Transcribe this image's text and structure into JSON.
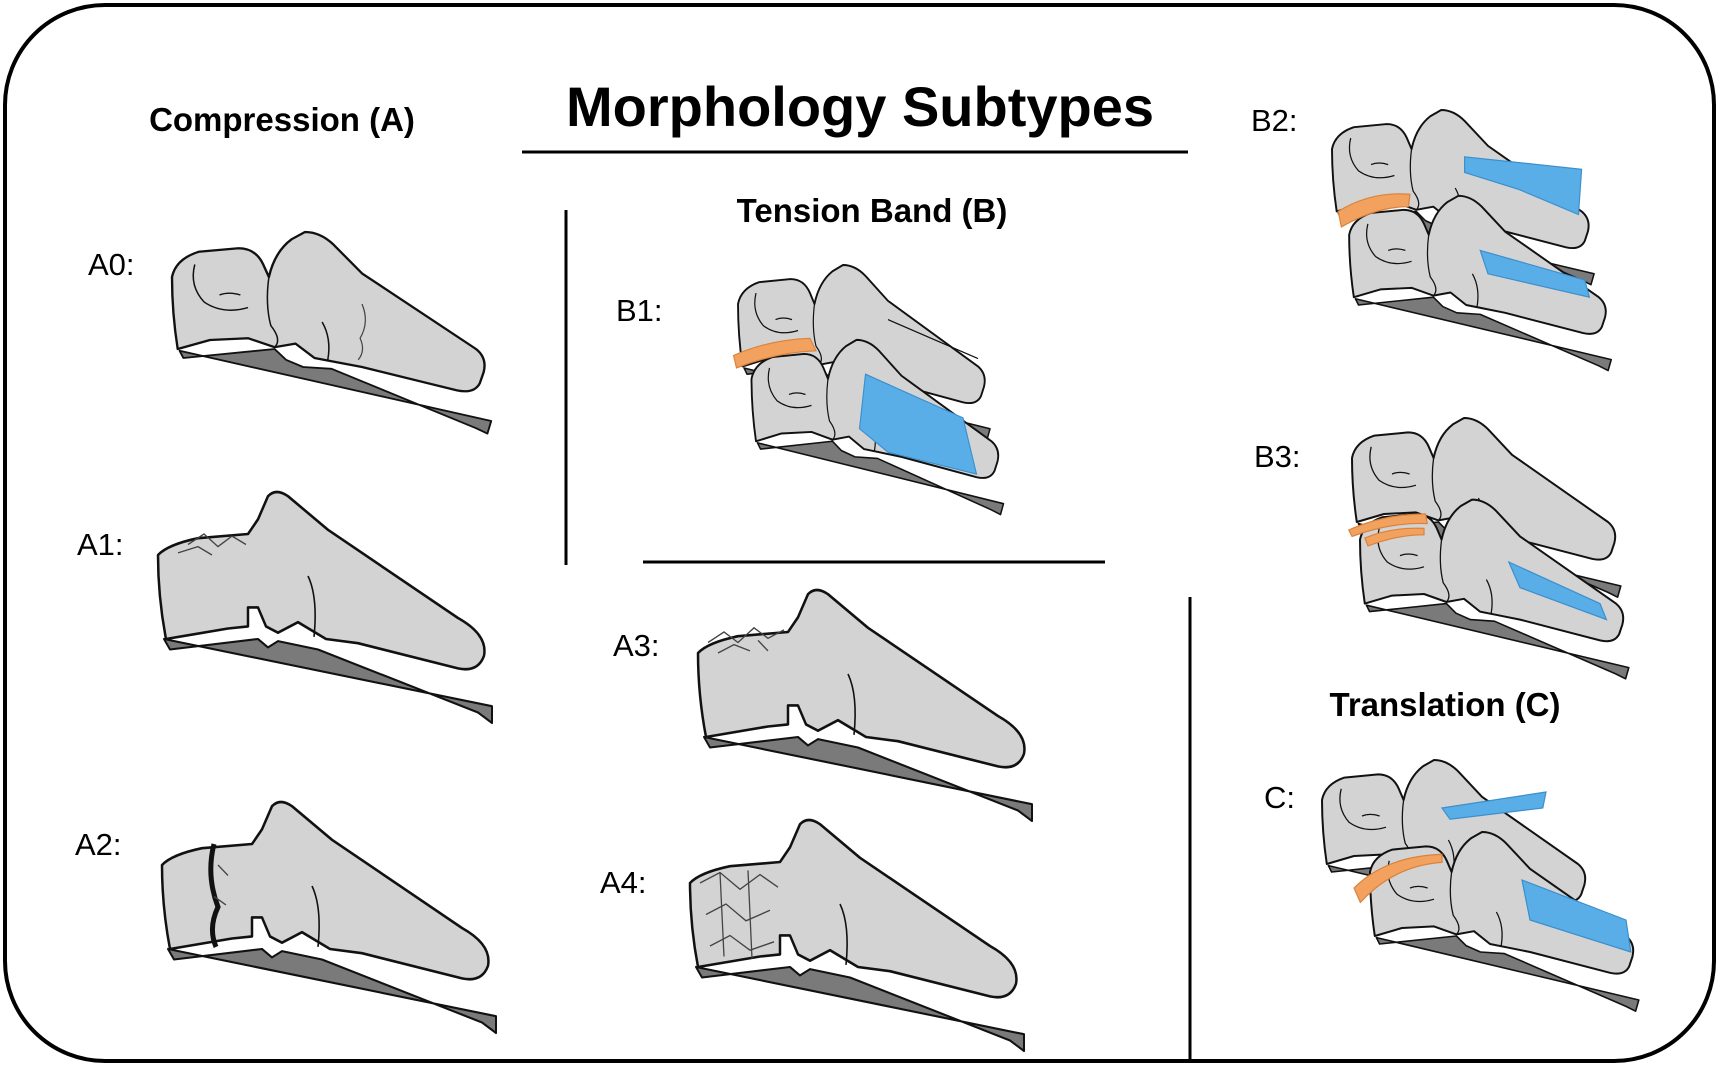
{
  "title": "Morphology Subtypes",
  "sections": {
    "compression": "Compression (A)",
    "tension_band": "Tension Band (B)",
    "translation": "Translation (C)"
  },
  "subtypes": {
    "a0": "A0:",
    "a1": "A1:",
    "a2": "A2:",
    "a3": "A3:",
    "a4": "A4:",
    "b1": "B1:",
    "b2": "B2:",
    "b3": "B3:",
    "c": "C:"
  },
  "colors": {
    "bone": "#d3d3d3",
    "ligament_injury": "#5aaee8",
    "disc_injury": "#f2a15f",
    "border": "#000000"
  }
}
